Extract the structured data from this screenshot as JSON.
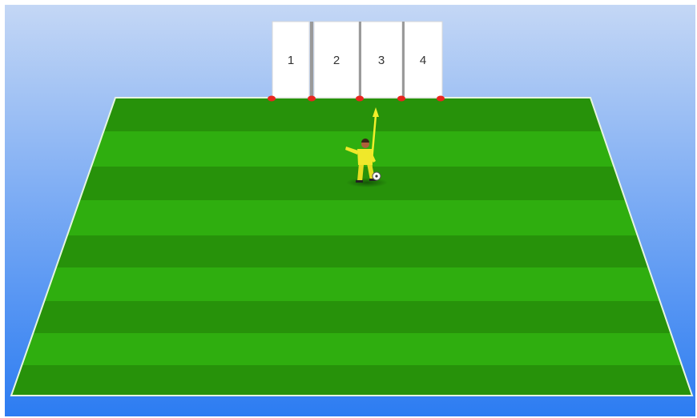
{
  "scene": {
    "sky_top_color": "#c4d7f5",
    "sky_bottom_color": "#2c7cf2",
    "pitch_stripe_light": "#2fae0f",
    "pitch_stripe_dark": "#27920a",
    "pitch_line_color": "#e6f5e0",
    "cone_color": "#e8261e",
    "pass_arrow_color": "#f2ef2a",
    "player_kit_color": "#f0e82a"
  },
  "target_panels": [
    {
      "label": "1"
    },
    {
      "label": "2"
    },
    {
      "label": "3"
    },
    {
      "label": "4"
    }
  ],
  "cones": {
    "count": 5
  },
  "player": {
    "icon": "footballer-icon"
  },
  "ball": {
    "icon": "football-icon"
  },
  "pass_arrow": {
    "icon": "arrow-up-icon"
  }
}
